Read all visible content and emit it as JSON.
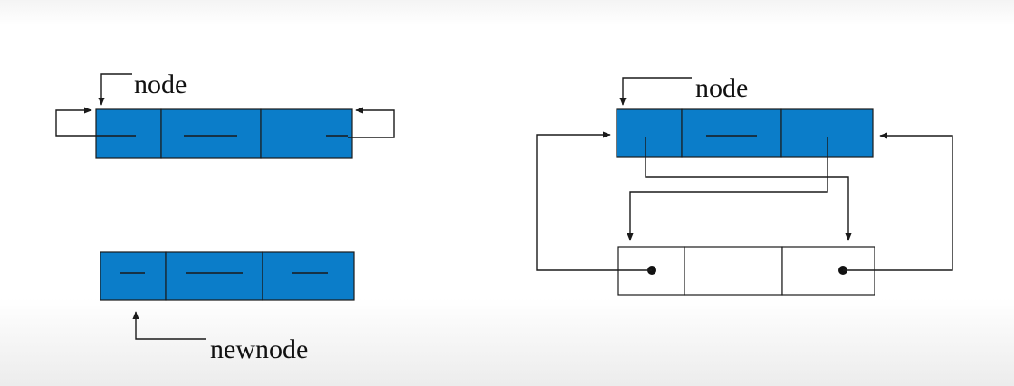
{
  "labels": {
    "node_left": "node",
    "node_right": "node",
    "newnode": "newnode"
  },
  "colors": {
    "node_fill": "#0b7dc9",
    "stroke": "#1a1a1a",
    "empty_fill": "#ffffff",
    "background": "#ffffff"
  }
}
